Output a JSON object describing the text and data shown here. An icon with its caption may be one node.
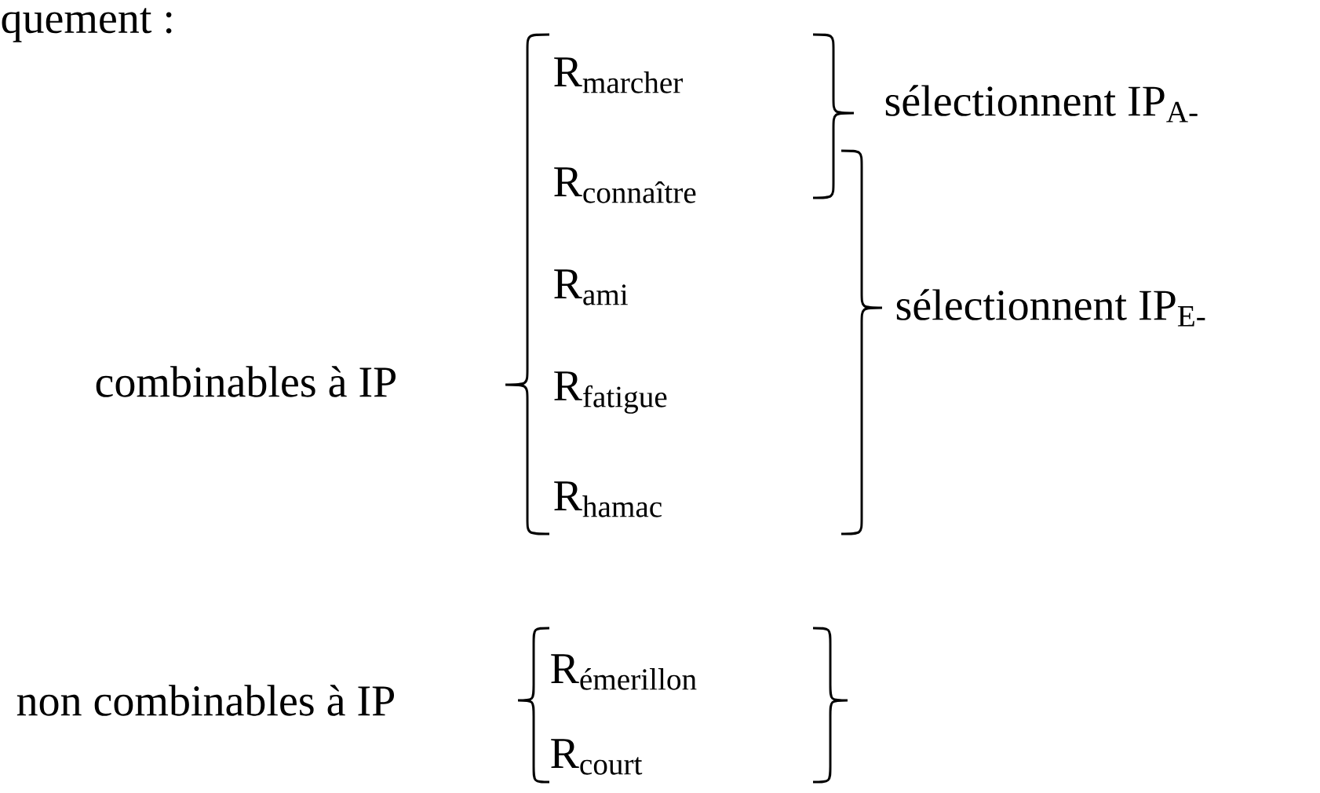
{
  "diagram": {
    "labels": [
      "quement :",
      "R$_{marcher}$",
      "sélectionnent IP$_{A-}$",
      "\\text{R}_{\\text{connaître}}",
      "R$_{ami}$",
      "combinables à IP",
      "sélectionnent IP$_{E-}$",
      "R$_{fatigue}$",
      "R$_{hamac}$",
      "\\text{R}_{\\text{émerillon}}",
      "non combinables à IP",
      "R$_{court}$"
    ]
  }
}
